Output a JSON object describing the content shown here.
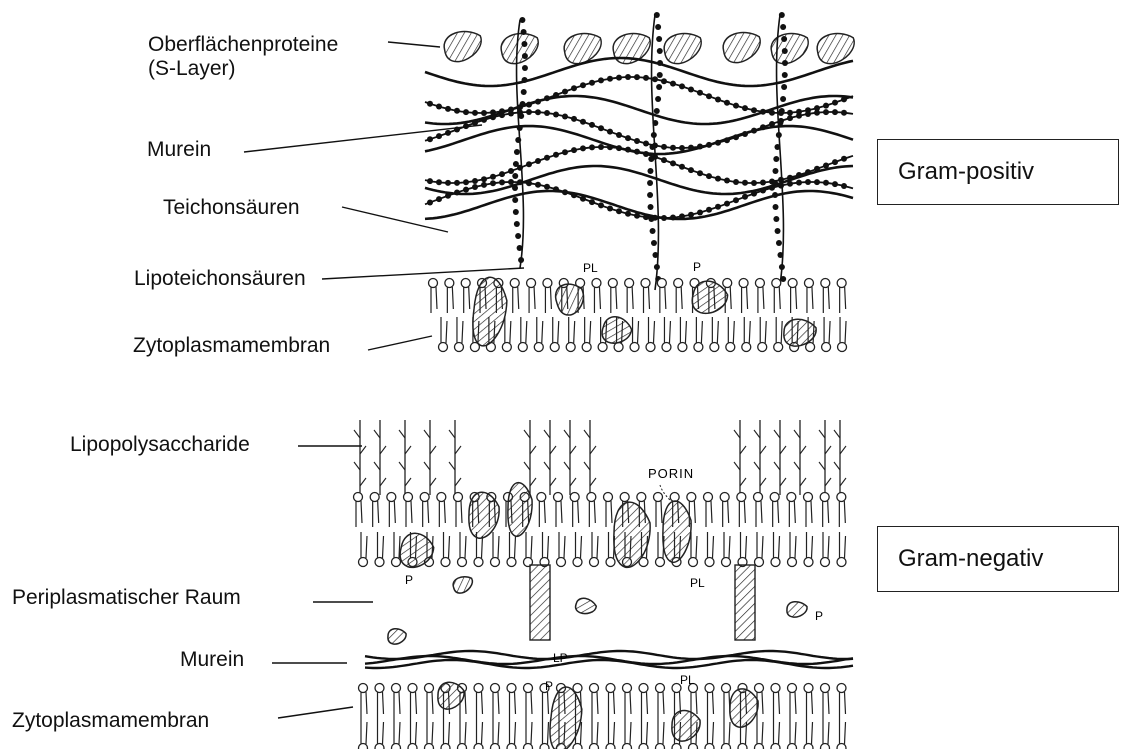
{
  "gram_positive": {
    "box_label": "Gram-positiv",
    "labels": {
      "surface_proteins_line1": "Oberflächenproteine",
      "surface_proteins_line2": "(S-Layer)",
      "murein": "Murein",
      "teichoic_acids": "Teichonsäuren",
      "lipoteichoic_acids": "Lipoteichonsäuren",
      "cytoplasmic_membrane": "Zytoplasmamembran"
    },
    "annotations": {
      "pl": "PL",
      "p": "P"
    }
  },
  "gram_negative": {
    "box_label": "Gram-negativ",
    "labels": {
      "lipopolysaccharides": "Lipopolysaccharide",
      "periplasmic_space": "Periplasmatischer Raum",
      "murein": "Murein",
      "cytoplasmic_membrane": "Zytoplasmamembran"
    },
    "annotations": {
      "porin": "PORIN",
      "p": "P",
      "pl": "PL",
      "lp": "LP"
    }
  }
}
